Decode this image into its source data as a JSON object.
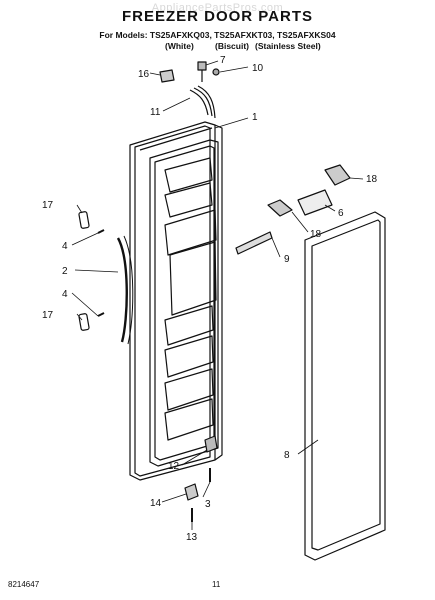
{
  "header": {
    "watermark": "AppliancePartsPros.com",
    "title": "FREEZER DOOR PARTS",
    "models_line": "For Models: TS25AFXKQ03, TS25AFXKT03, TS25AFXKS04",
    "colors": [
      "(White)",
      "(Biscuit)",
      "(Stainless Steel)"
    ]
  },
  "callouts": [
    "16",
    "7",
    "10",
    "11",
    "1",
    "18",
    "6",
    "17",
    "4",
    "2",
    "9",
    "18",
    "4",
    "17",
    "8",
    "12",
    "3",
    "14",
    "13"
  ],
  "footer": {
    "part_number": "8214647",
    "page_number": "11"
  }
}
